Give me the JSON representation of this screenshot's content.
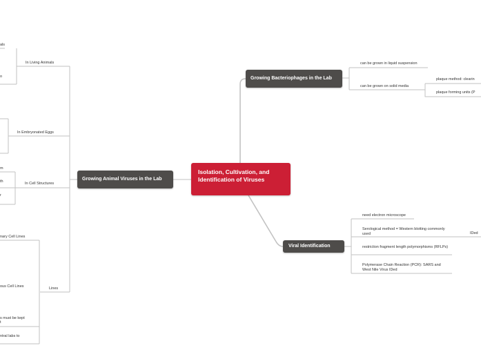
{
  "root": {
    "title": "Isolation, Cultivation, and Identification of Viruses"
  },
  "branches": {
    "bacteriophages": {
      "title": "Growing Bacteriophages in the Lab",
      "children": [
        "can be grown in liquid suspension",
        "can be grown on solid media"
      ],
      "solid_media_children": [
        "plaque method:   clearin",
        "plaque forming units (P"
      ]
    },
    "identification": {
      "title": "Viral Identification",
      "children": [
        "need electron microscope",
        "Serological method = Western blotting commonly used",
        "restriction fragment length polymorphisms (RFLPs)",
        "Polymerase Chain Reaction (PCR):  SARS and West Nile Virus IDed"
      ],
      "serological_child": "IDed"
    },
    "animal": {
      "title": "Growing Animal Viruses in the Lab",
      "children": [
        "In Living Animals",
        "In Embryonated Eggs",
        "In Cell Structures",
        "Lines"
      ],
      "living_animals_fragments": [
        "als",
        "o"
      ],
      "cell_structures_fragments": [
        "m",
        "th",
        "r"
      ],
      "lines_fragments": [
        "nary Cell Lines",
        "ous Cell  Lines",
        "s must be kept",
        "t",
        "ntral labs to"
      ]
    }
  },
  "colors": {
    "root": "#cc1f35",
    "node": "#4e4c4a",
    "line": "#bbbbbb"
  }
}
